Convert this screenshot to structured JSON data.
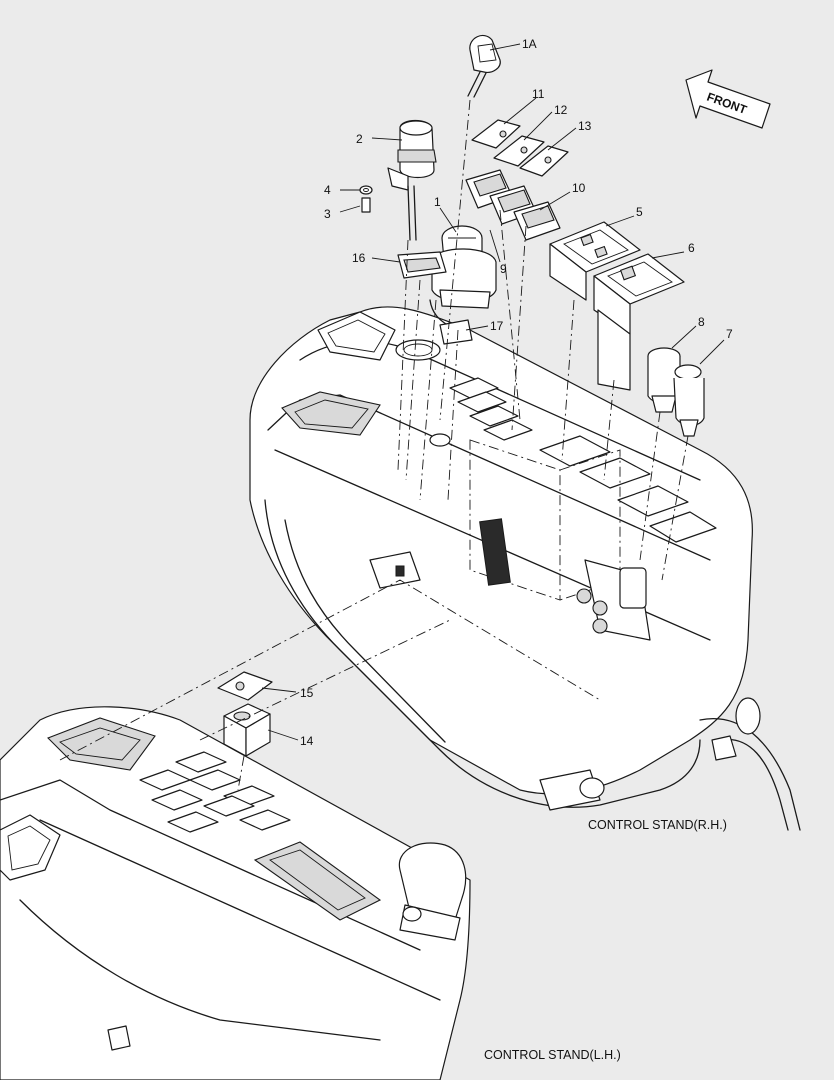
{
  "front_arrow": {
    "label": "FRONT"
  },
  "captions": {
    "rh": "CONTROL STAND(R.H.)",
    "lh": "CONTROL STAND(L.H.)"
  },
  "callouts": {
    "c1A": "1A",
    "c1": "1",
    "c2": "2",
    "c3": "3",
    "c4": "4",
    "c5": "5",
    "c6": "6",
    "c7": "7",
    "c8": "8",
    "c9": "9",
    "c10": "10",
    "c11": "11",
    "c12": "12",
    "c13": "13",
    "c14": "14",
    "c15": "15",
    "c16": "16",
    "c17": "17"
  }
}
